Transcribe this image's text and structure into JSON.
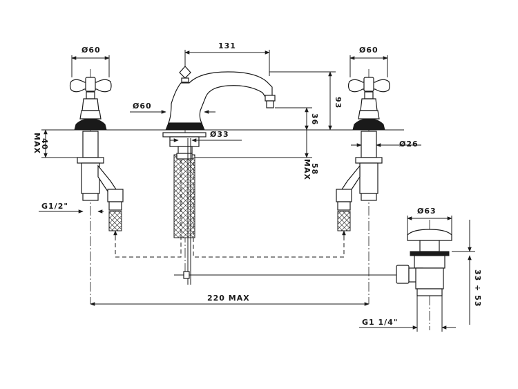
{
  "dimensions": {
    "left_handle_diameter": "Ø60",
    "spout_reach": "131",
    "right_handle_diameter": "Ø60",
    "spout_height": "93",
    "spout_base_diameter": "Ø60",
    "outlet_height": "36",
    "deck_thickness_value": "40",
    "deck_thickness_suffix": "MAX",
    "shank_diameter": "Ø33",
    "right_shank_diameter": "Ø26",
    "below_deck_value": "58",
    "below_deck_suffix": "MAX",
    "inlet_thread": "G1/2\"",
    "waste_diameter": "Ø63",
    "center_distance": "220 MAX",
    "waste_range": "33 ÷ 53",
    "waste_thread": "G1 1/4\""
  }
}
